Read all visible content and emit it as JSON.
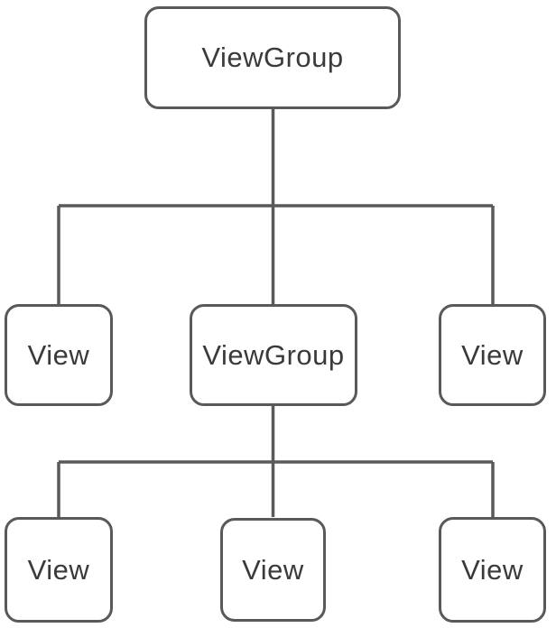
{
  "diagram": {
    "type": "tree",
    "background_color": "#ffffff",
    "stroke_color": "#595959",
    "text_color": "#3a3a3a",
    "nodes": [
      {
        "id": "root",
        "label": "ViewGroup",
        "level": 1,
        "parent": null
      },
      {
        "id": "child-left",
        "label": "View",
        "level": 2,
        "parent": "root"
      },
      {
        "id": "child-middle",
        "label": "ViewGroup",
        "level": 2,
        "parent": "root"
      },
      {
        "id": "child-right",
        "label": "View",
        "level": 2,
        "parent": "root"
      },
      {
        "id": "grandchild-left",
        "label": "View",
        "level": 3,
        "parent": "child-middle"
      },
      {
        "id": "grandchild-middle",
        "label": "View",
        "level": 3,
        "parent": "child-middle"
      },
      {
        "id": "grandchild-right",
        "label": "View",
        "level": 3,
        "parent": "child-middle"
      }
    ]
  }
}
